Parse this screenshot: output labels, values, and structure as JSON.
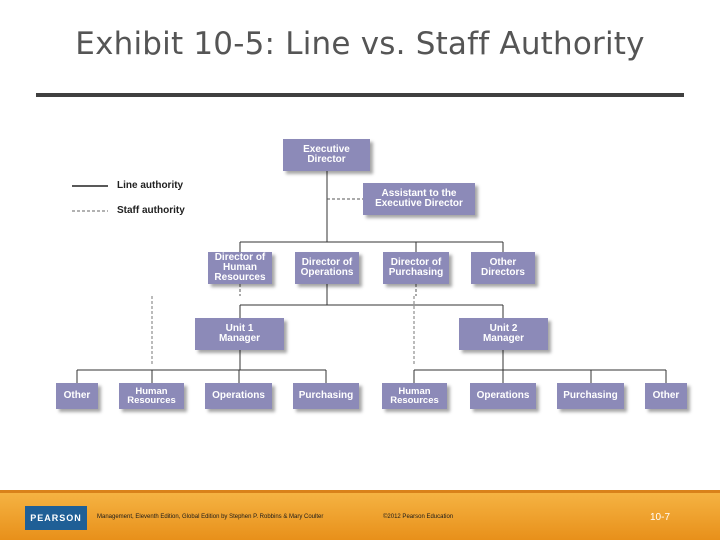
{
  "slide": {
    "title": "Exhibit 10-5: Line vs. Staff Authority"
  },
  "legend": {
    "line_label": "Line authority",
    "staff_label": "Staff authority"
  },
  "org": {
    "executive": "Executive\nDirector",
    "assistant": "Assistant to the\nExecutive Director",
    "directors": {
      "hr": "Director of\nHuman\nResources",
      "operations": "Director of\nOperations",
      "purchasing": "Director of\nPurchasing",
      "other": "Other\nDirectors"
    },
    "unit_managers": {
      "unit1": "Unit 1\nManager",
      "unit2": "Unit 2\nManager"
    },
    "unit1_staff": [
      "Other",
      "Human\nResources",
      "Operations",
      "Purchasing"
    ],
    "unit2_staff": [
      "Human\nResources",
      "Operations",
      "Purchasing",
      "Other"
    ]
  },
  "colors": {
    "box_fill": "#8c8ab8",
    "footer_orange": "#f0a030",
    "pearson_blue": "#1f5f96"
  },
  "footer": {
    "logo": "PEARSON",
    "book_credit": "Management, Eleventh Edition, Global Edition by Stephen P. Robbins & Mary Coulter",
    "copyright": "©2012 Pearson Education",
    "page": "10-7"
  }
}
